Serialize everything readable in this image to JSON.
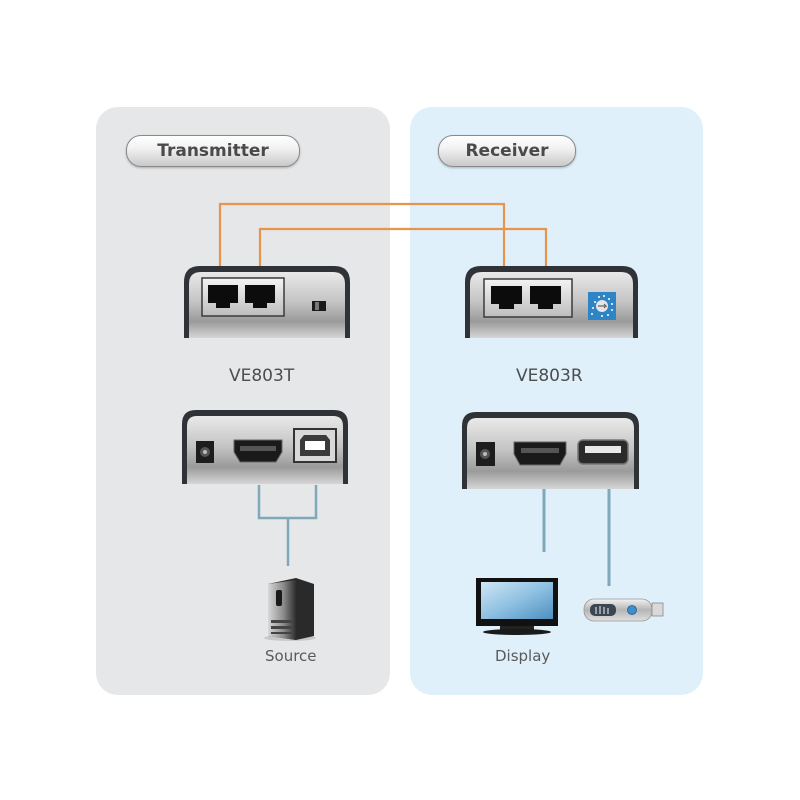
{
  "transmitter": {
    "header": "Transmitter",
    "model": "VE803T",
    "device_label": "Source",
    "front_ports": [
      "rj45-port",
      "rj45-port",
      "switch"
    ],
    "rear_ports": [
      "dc-power-jack",
      "hdmi-port",
      "usb-b-port"
    ]
  },
  "receiver": {
    "header": "Receiver",
    "model": "VE803R",
    "device_label": "Display",
    "front_ports": [
      "rj45-port",
      "rj45-port",
      "rotary-id-switch"
    ],
    "rear_ports": [
      "dc-power-jack",
      "hdmi-port",
      "usb-a-port"
    ],
    "rotary_dial_digits": "0 1 2 3 4 5 6 7 8 9"
  },
  "colors": {
    "transmitter_panel": "#e6e7e8",
    "receiver_panel": "#dff0fb",
    "cat_cable": "#e8944a",
    "device_cable": "#7fa9ba",
    "rotary_switch": "#2f84c6"
  }
}
